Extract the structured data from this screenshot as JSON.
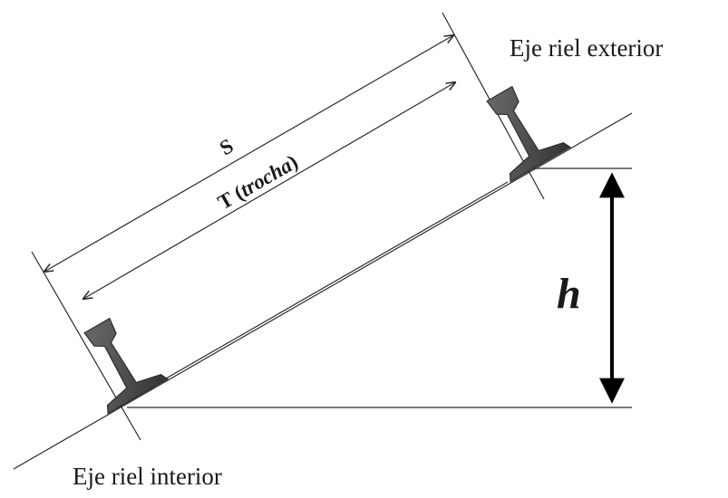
{
  "labels": {
    "outer_rail_axis": "Eje riel exterior",
    "inner_rail_axis": "Eje riel interior",
    "s_dimension": "S",
    "t_dimension_main": "T (",
    "t_dimension_italic": "trocha",
    "t_dimension_close": ")",
    "height": "h"
  },
  "colors": {
    "rail": "#555555",
    "rail_dark": "#2e2e2e",
    "line": "#2a2a2a"
  },
  "icons": {
    "rail_profile": "rail-icon",
    "double_arrow": "double-arrow-icon"
  }
}
